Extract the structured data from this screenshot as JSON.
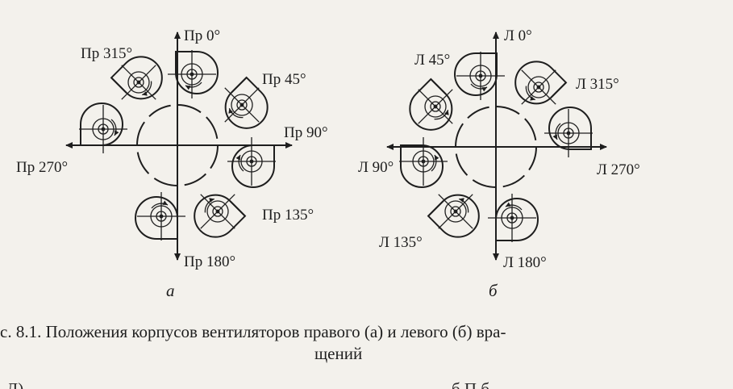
{
  "diagram_a": {
    "subfigure": "а",
    "labels": {
      "p0": "Пр 0°",
      "p45": "Пр 45°",
      "p90": "Пр 90°",
      "p135": "Пр 135°",
      "p180": "Пр 180°",
      "p270": "Пр 270°",
      "p315": "Пр 315°"
    }
  },
  "diagram_b": {
    "subfigure": "б",
    "labels": {
      "l0": "Л 0°",
      "l45": "Л 45°",
      "l90": "Л 90°",
      "l135": "Л 135°",
      "l180": "Л 180°",
      "l270": "Л 270°",
      "l315": "Л 315°"
    }
  },
  "caption": {
    "line1": "с. 8.1. Положения корпусов вентиляторов правого (а) и левого (б) вра-",
    "line2": "щений"
  },
  "cut_text": {
    "left": "Л)",
    "right": "б    П б"
  },
  "colors": {
    "ink": "#1e1e1e",
    "paper": "#f3f1ec"
  }
}
